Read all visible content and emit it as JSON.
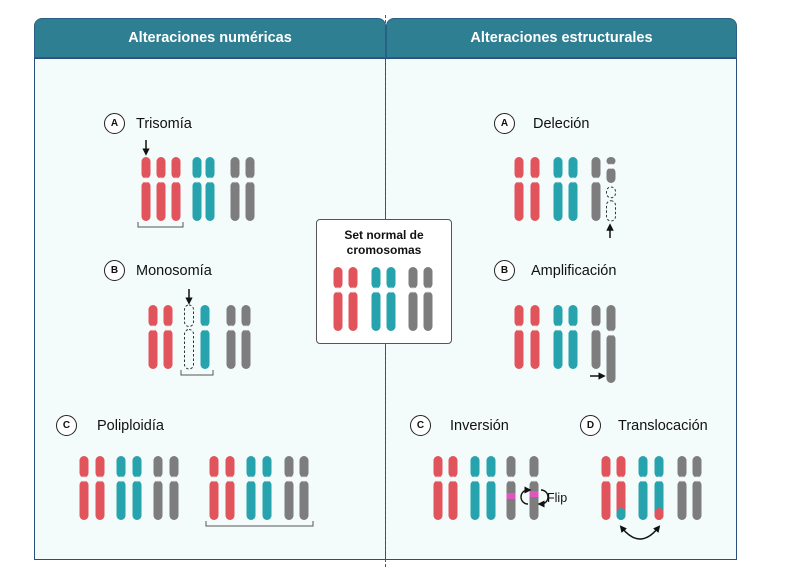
{
  "left_header": "Alteraciones numéricas",
  "right_header": "Alteraciones estructurales",
  "center": {
    "title": "Set normal de cromosomas"
  },
  "numeric": [
    {
      "letter": "A",
      "label": "Trisomía"
    },
    {
      "letter": "B",
      "label": "Monosomía"
    },
    {
      "letter": "C",
      "label": "Poliploidía"
    }
  ],
  "structural": [
    {
      "letter": "A",
      "label": "Deleción"
    },
    {
      "letter": "B",
      "label": "Amplificación"
    },
    {
      "letter": "C",
      "label": "Inversión"
    },
    {
      "letter": "D",
      "label": "Translocación"
    }
  ],
  "flip_label": "Flip",
  "colors": {
    "red": "#e2545c",
    "teal": "#27a3ad",
    "gray": "#7d7d7d",
    "pink": "#e056c0",
    "header": "#2f7f93"
  }
}
